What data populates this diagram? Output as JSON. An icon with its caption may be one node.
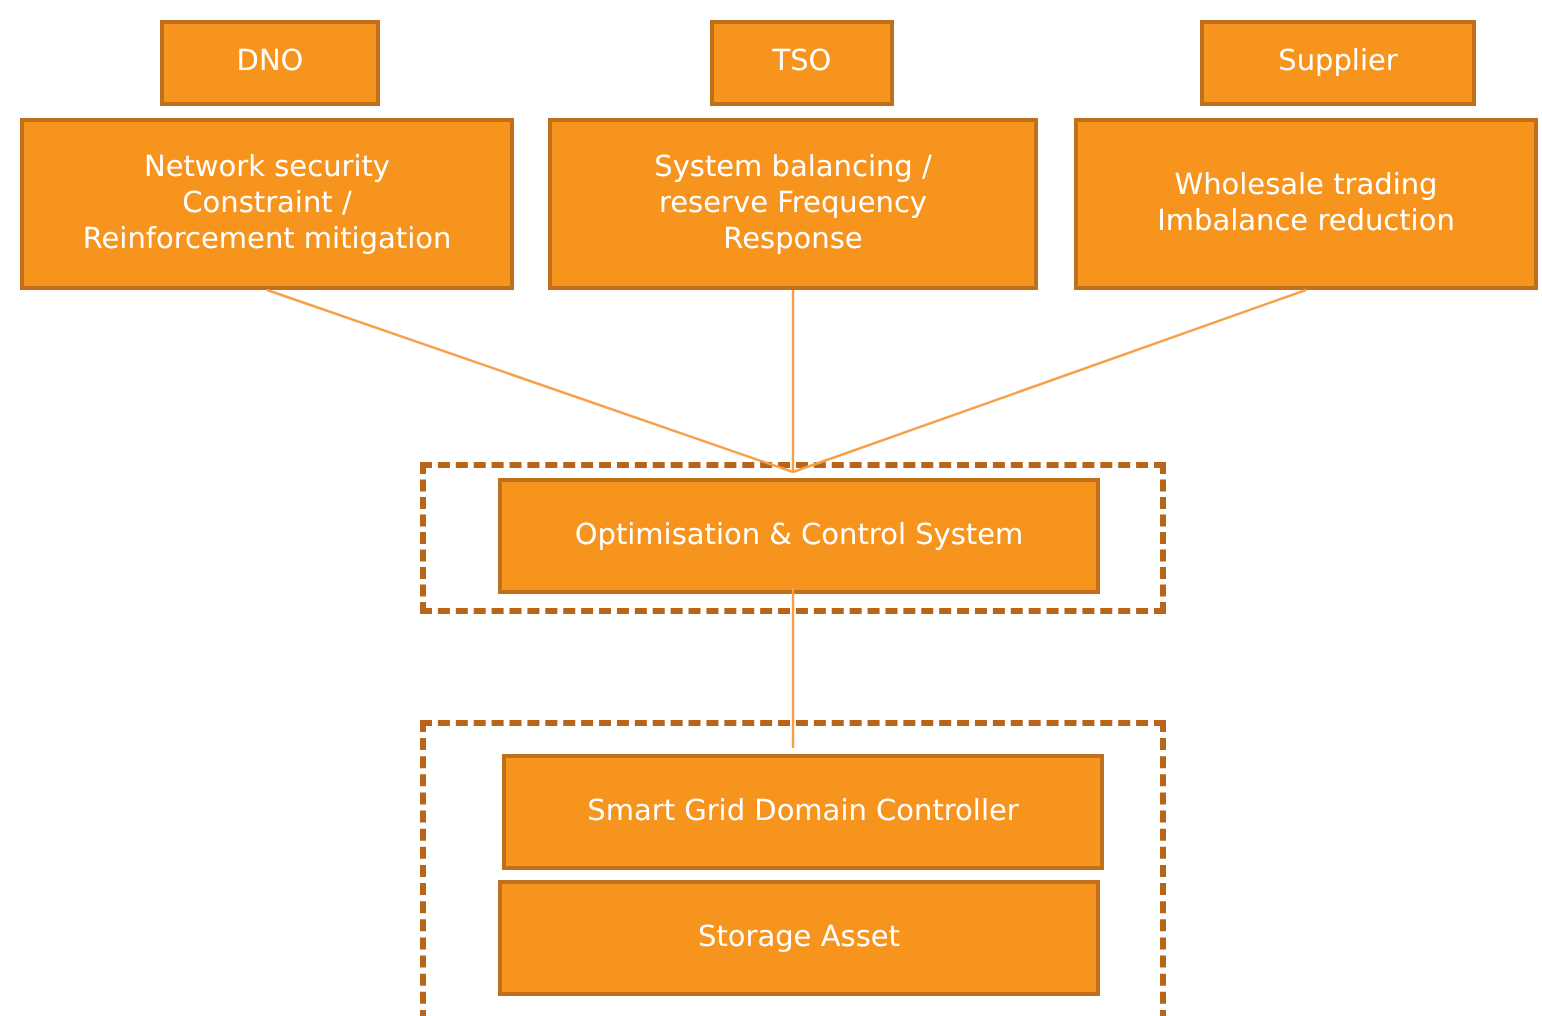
{
  "diagram": {
    "nodes": [
      {
        "text": [
          "DNO"
        ]
      },
      {
        "text": [
          "TSO"
        ]
      },
      {
        "text": [
          "Supplier"
        ]
      },
      {
        "text": [
          "Network security Constraint / Reinforcement mitigation"
        ]
      },
      {
        "text": [
          "System balancing / reserve Frequency Response"
        ]
      },
      {
        "text": [
          "Wholesale trading Imbalance reduction"
        ]
      },
      {
        "text": [],
        "shape": "box"
      },
      {
        "text": [
          "Optimisation & Control System"
        ],
        "in": 6
      },
      {
        "text": [],
        "shape": "box"
      },
      {
        "text": [
          "Smart Grid Domain Controller"
        ],
        "in": 8
      },
      {
        "text": [
          "Storage Asset"
        ],
        "in": 8
      }
    ],
    "edges": [
      {
        "from": 3,
        "to": 7,
        "arrow": "none"
      },
      {
        "from": 4,
        "to": 7,
        "arrow": "none"
      },
      {
        "from": 5,
        "to": 7,
        "arrow": "none"
      },
      {
        "from": 7,
        "to": 9,
        "arrow": "none"
      }
    ]
  }
}
